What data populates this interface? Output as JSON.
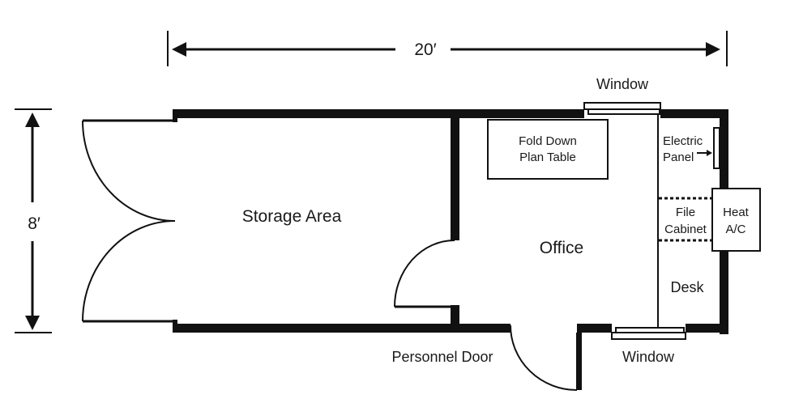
{
  "dimensions": {
    "width_label": "20′",
    "height_label": "8′"
  },
  "rooms": {
    "storage": "Storage Area",
    "office": "Office"
  },
  "fixtures": {
    "plan_table_line1": "Fold Down",
    "plan_table_line2": "Plan Table",
    "electric_line1": "Electric",
    "electric_line2": "Panel",
    "heat_line1": "Heat",
    "heat_line2": "A/C",
    "file_line1": "File",
    "file_line2": "Cabinet",
    "desk": "Desk"
  },
  "openings": {
    "window_top": "Window",
    "window_bottom": "Window",
    "personnel_door": "Personnel Door"
  },
  "colors": {
    "ink": "#111111",
    "background": "#ffffff"
  }
}
